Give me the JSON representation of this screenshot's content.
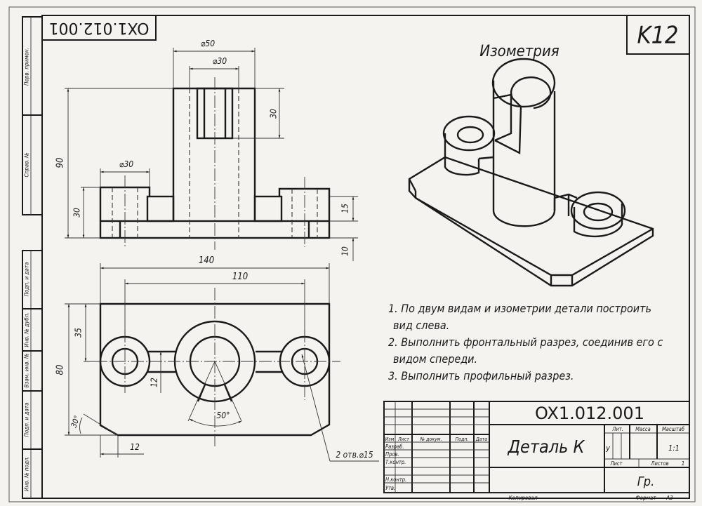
{
  "sheet": {
    "variant_label": "K12",
    "doc_code_rotated": "OX1.012.001",
    "side_stamp_labels": [
      "Перв. примен.",
      "Справ. №",
      "Подп. и дата",
      "Инв. № дубл.",
      "Взам. инв. №",
      "Подп. и дата",
      "Инв. № подл."
    ]
  },
  "isometric": {
    "title": "Изометрия"
  },
  "front_view": {
    "dimensions": {
      "boss_diameter": "⌀50",
      "bore_diameter": "⌀30",
      "slot_depth": "30",
      "left_boss_diameter": "⌀30",
      "total_height": "90",
      "left_boss_height": "30",
      "right_boss_height": "15",
      "base_thickness": "10"
    }
  },
  "top_view": {
    "dimensions": {
      "length": "140",
      "hole_spacing": "110",
      "width": "80",
      "center_offset": "35",
      "rib_width": "12",
      "chamfer_angle": "30°",
      "chamfer_length": "12",
      "slot_angle": "50°",
      "holes_callout": "2 отв.⌀15"
    }
  },
  "instructions": [
    "1. По двум видам и изометрии детали построить",
    "вид слева.",
    "2. Выполнить фронтальный разрез, соединив его с",
    "видом спереди.",
    "3. Выполнить профильный разрез."
  ],
  "title_block": {
    "designation": "OX1.012.001",
    "part_name": "Деталь К",
    "header_cols": [
      "Изм",
      "Лист",
      "№ докум.",
      "Подп.",
      "Дата"
    ],
    "rows": [
      "Разраб.",
      "Пров.",
      "Т.контр.",
      "",
      "Н.контр.",
      "Утв."
    ],
    "lit_label": "Лит.",
    "mass_label": "Масса",
    "scale_label": "Масштаб",
    "lit_value": "у",
    "scale_value": "1:1",
    "sheet_label": "Лист",
    "sheets_label": "Листов",
    "sheets_value": "1",
    "group": "Гр.",
    "copied_label": "Копировал",
    "format_label": "Формат",
    "format_value": "A3"
  }
}
